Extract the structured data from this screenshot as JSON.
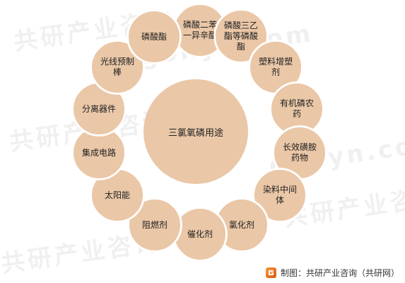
{
  "diagram": {
    "center": "三氯氧磷用途",
    "nodes": [
      "磷酸二苯一异辛酯",
      "磷酸三乙酯等磷酸酯",
      "塑料增塑剂",
      "有机磷农药",
      "长效磺胺药物",
      "染料中间体",
      "氯化剂",
      "催化剂",
      "阻燃剂",
      "太阳能",
      "集成电路",
      "分离器件",
      "光线预制棒",
      "磷酸酯"
    ]
  },
  "watermark": {
    "brand": "共研产业咨询",
    "site": "gonyn.com"
  },
  "footer": {
    "text": "制图：共研产业咨询（共研网）"
  }
}
